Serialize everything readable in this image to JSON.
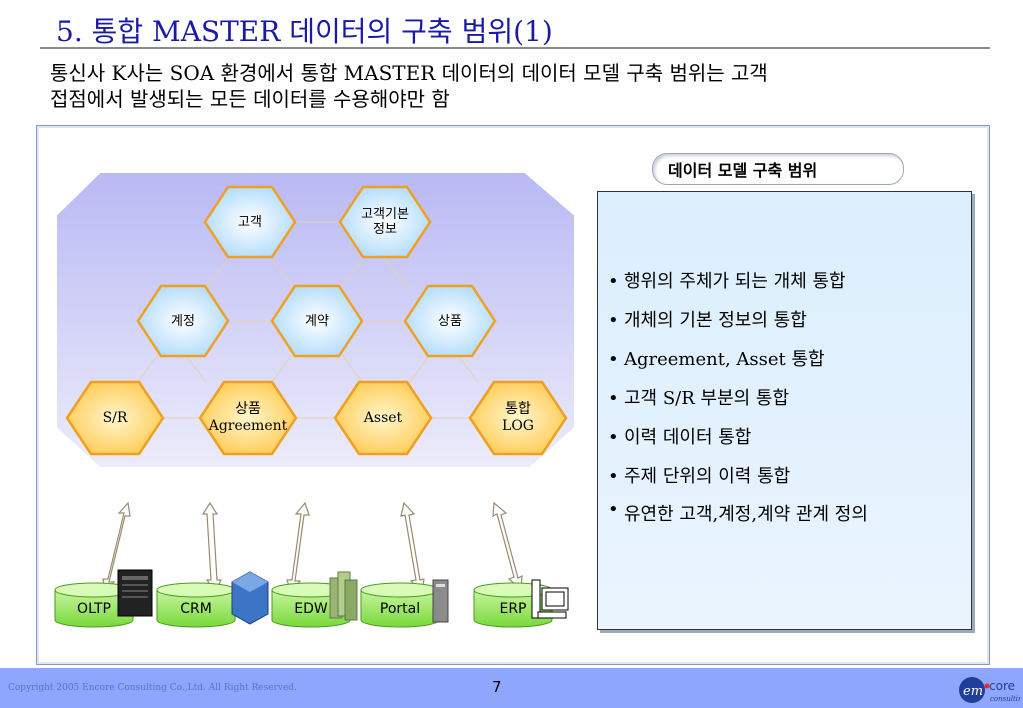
{
  "title": "5. 통합 MASTER 데이터의 구축 범위(1)",
  "subtitle": {
    "line1": "통신사 K사는 SOA 환경에서 통합 MASTER 데이터의 데이터 모델 구축 범위는 고객",
    "line2": "접점에서 발생되는  모든 데이터를 수용해야만 함"
  },
  "diagram": {
    "hexagons": [
      {
        "id": "customer",
        "lines": [
          "고객"
        ],
        "color": "blue"
      },
      {
        "id": "customer-info",
        "lines": [
          "고객기본",
          "정보"
        ],
        "color": "blue"
      },
      {
        "id": "account",
        "lines": [
          "계정"
        ],
        "color": "blue"
      },
      {
        "id": "contract",
        "lines": [
          "계약"
        ],
        "color": "blue"
      },
      {
        "id": "product",
        "lines": [
          "상품"
        ],
        "color": "blue"
      },
      {
        "id": "sr",
        "lines": [
          "S/R"
        ],
        "color": "orange"
      },
      {
        "id": "product-agreement",
        "lines": [
          "상품",
          "Agreement"
        ],
        "color": "orange"
      },
      {
        "id": "asset",
        "lines": [
          "Asset"
        ],
        "color": "orange"
      },
      {
        "id": "integrated-log",
        "lines": [
          "통합",
          "LOG"
        ],
        "color": "orange"
      }
    ],
    "systems": [
      "OLTP",
      "CRM",
      "EDW",
      "Portal",
      "ERP"
    ]
  },
  "scope": {
    "heading": "데이터 모델 구축 범위",
    "bullets": [
      "행위의 주체가 되는 개체  통합",
      "개체의 기본 정보의 통합",
      "Agreement, Asset 통합",
      "고객  S/R 부분의 통합",
      "이력 데이터 통합",
      "주제 단위의 이력 통합",
      "유연한 고객,계정,계약 관계 정의"
    ]
  },
  "footer": {
    "copyright": "Copyright 2005 Encore Consulting Co.,Ltd. All Right Reserved.",
    "page_number": "7",
    "logo_text": [
      "em",
      "core",
      "consulting"
    ]
  },
  "colors": {
    "title": "#1a1aa6",
    "hex_blue": "#bfe3fb",
    "hex_orange": "#ffd06a",
    "hex_border": "#f0a020",
    "footer": "#8fa6ff"
  }
}
